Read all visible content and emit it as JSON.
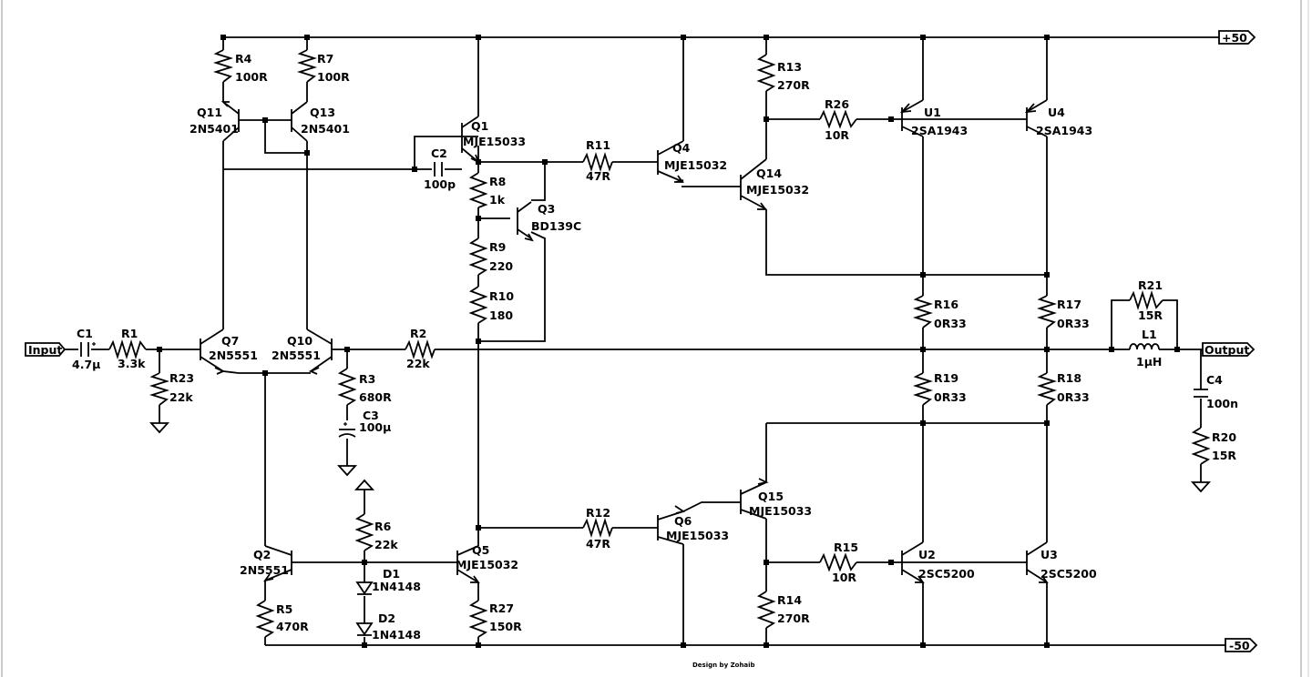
{
  "ports": {
    "input": "Input",
    "output": "Output",
    "vpos": "+50",
    "vneg": "-50"
  },
  "credit": "Design by Zohaib",
  "components": {
    "C1": {
      "name": "C1",
      "value": "4.7µ"
    },
    "R1": {
      "name": "R1",
      "value": "3.3k"
    },
    "R23": {
      "name": "R23",
      "value": "22k"
    },
    "Q7": {
      "name": "Q7",
      "value": "2N5551"
    },
    "Q10": {
      "name": "Q10",
      "value": "2N5551"
    },
    "R2": {
      "name": "R2",
      "value": "22k"
    },
    "R3": {
      "name": "R3",
      "value": "680R"
    },
    "C3": {
      "name": "C3",
      "value": "100µ"
    },
    "R4": {
      "name": "R4",
      "value": "100R"
    },
    "R7": {
      "name": "R7",
      "value": "100R"
    },
    "Q11": {
      "name": "Q11",
      "value": "2N5401"
    },
    "Q13": {
      "name": "Q13",
      "value": "2N5401"
    },
    "Q1": {
      "name": "Q1",
      "value": "MJE15033"
    },
    "C2": {
      "name": "C2",
      "value": "100p"
    },
    "R8": {
      "name": "R8",
      "value": "1k"
    },
    "Q3": {
      "name": "Q3",
      "value": "BD139C"
    },
    "R9": {
      "name": "R9",
      "value": "220"
    },
    "R10": {
      "name": "R10",
      "value": "180"
    },
    "R11": {
      "name": "R11",
      "value": "47R"
    },
    "Q4": {
      "name": "Q4",
      "value": "MJE15032"
    },
    "Q14": {
      "name": "Q14",
      "value": "MJE15032"
    },
    "R13": {
      "name": "R13",
      "value": "270R"
    },
    "R26": {
      "name": "R26",
      "value": "10R"
    },
    "U1": {
      "name": "U1",
      "value": "2SA1943"
    },
    "U4": {
      "name": "U4",
      "value": "2SA1943"
    },
    "R16": {
      "name": "R16",
      "value": "0R33"
    },
    "R17": {
      "name": "R17",
      "value": "0R33"
    },
    "R19": {
      "name": "R19",
      "value": "0R33"
    },
    "R18": {
      "name": "R18",
      "value": "0R33"
    },
    "R21": {
      "name": "R21",
      "value": "15R"
    },
    "L1": {
      "name": "L1",
      "value": "1µH"
    },
    "C4": {
      "name": "C4",
      "value": "100n"
    },
    "R20": {
      "name": "R20",
      "value": "15R"
    },
    "Q2": {
      "name": "Q2",
      "value": "2N5551"
    },
    "R5": {
      "name": "R5",
      "value": "470R"
    },
    "R6": {
      "name": "R6",
      "value": "22k"
    },
    "D1": {
      "name": "D1",
      "value": "1N4148"
    },
    "D2": {
      "name": "D2",
      "value": "1N4148"
    },
    "Q5": {
      "name": "Q5",
      "value": "MJE15032"
    },
    "R27": {
      "name": "R27",
      "value": "150R"
    },
    "R12": {
      "name": "R12",
      "value": "47R"
    },
    "Q6": {
      "name": "Q6",
      "value": "MJE15033"
    },
    "Q15": {
      "name": "Q15",
      "value": "MJE15033"
    },
    "R15": {
      "name": "R15",
      "value": "10R"
    },
    "R14": {
      "name": "R14",
      "value": "270R"
    },
    "U2": {
      "name": "U2",
      "value": "2SC5200"
    },
    "U3": {
      "name": "U3",
      "value": "2SC5200"
    }
  }
}
